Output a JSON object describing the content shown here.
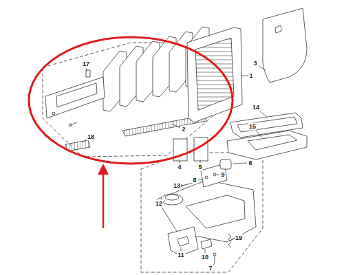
{
  "diagram": {
    "labels": [
      "17",
      "3",
      "1",
      "14",
      "15",
      "2",
      "18",
      "4",
      "5",
      "6",
      "9",
      "8",
      "13",
      "12",
      "11",
      "10",
      "7",
      "19"
    ]
  }
}
